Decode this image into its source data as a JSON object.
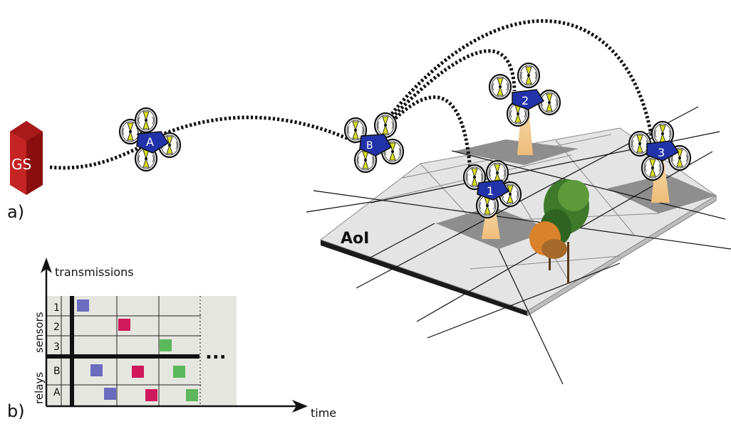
{
  "panel_a": {
    "label": "a)",
    "ground_station": "GS",
    "area_label": "AoI",
    "relays": [
      "A",
      "B"
    ],
    "sensors": [
      "1",
      "2",
      "3"
    ]
  },
  "panel_b": {
    "label": "b)",
    "y_axis_label": "transmissions",
    "x_axis_label": "time",
    "group_sensors": "sensors",
    "group_relays": "relays",
    "rows": [
      "1",
      "2",
      "3",
      "B",
      "A"
    ],
    "ellipsis": "...",
    "colors": {
      "blue": "#6b6bc0",
      "red": "#d0185a",
      "green": "#5cb85c"
    }
  },
  "colors": {
    "gs_dark": "#8b0e0e",
    "gs_light": "#c42424",
    "drone_body": "#2233aa",
    "cell_light": "#e4e4e4",
    "cell_dark": "#8e8e8e",
    "beam": "#f2c88a",
    "tree_dark": "#3e7a2a",
    "tree_orange": "#d9822b"
  }
}
